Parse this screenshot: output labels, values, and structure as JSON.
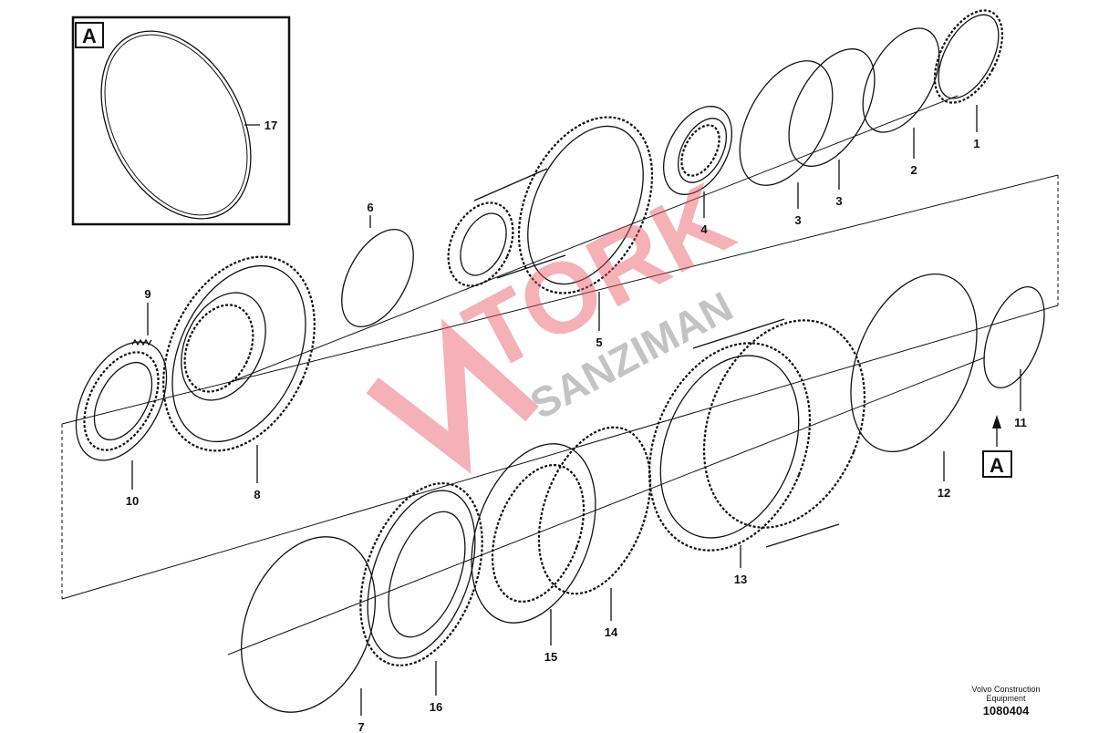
{
  "diagram": {
    "inset_label": "A",
    "view_marker": "A",
    "part_labels": {
      "p1": "1",
      "p2": "2",
      "p3a": "3",
      "p3b": "3",
      "p4": "4",
      "p5": "5",
      "p6": "6",
      "p7": "7",
      "p8": "8",
      "p9": "9",
      "p10": "10",
      "p11": "11",
      "p12": "12",
      "p13": "13",
      "p14": "14",
      "p15": "15",
      "p16": "16",
      "p17": "17"
    }
  },
  "watermark": {
    "line1": "TORK",
    "line2": "SANZIMAN"
  },
  "footer": {
    "company": "Volvo Construction Equipment",
    "drawing_number": "1080404"
  }
}
